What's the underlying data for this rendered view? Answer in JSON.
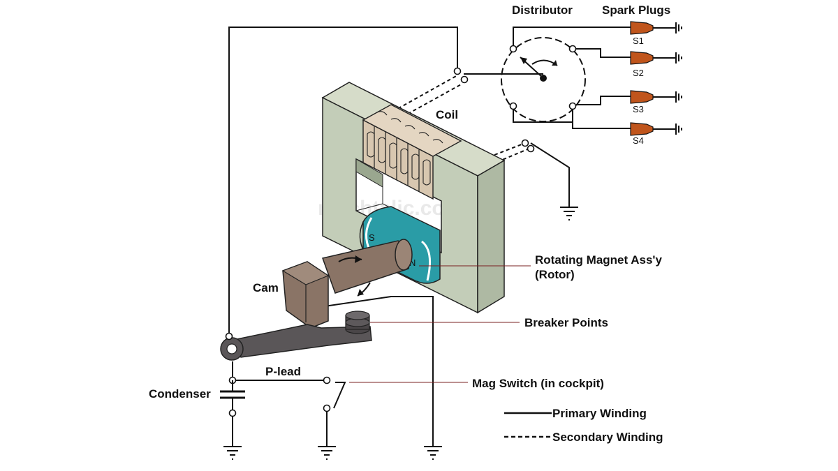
{
  "labels": {
    "distributor": "Distributor",
    "spark_plugs": "Spark Plugs",
    "coil": "Coil",
    "rotor_line1": "Rotating Magnet Ass'y",
    "rotor_line2": "(Rotor)",
    "cam": "Cam",
    "breaker_points": "Breaker Points",
    "p_lead": "P-lead",
    "condenser": "Condenser",
    "mag_switch": "Mag Switch (in cockpit)",
    "pole_s": "S",
    "pole_n": "N"
  },
  "spark_plugs": [
    "S1",
    "S2",
    "S3",
    "S4"
  ],
  "legend": {
    "primary": "Primary Winding",
    "secondary": "Secondary Winding"
  },
  "watermark": "mechtalic.com",
  "colors": {
    "core": "#c3cdb8",
    "coil": "#d8c7b0",
    "magnet": "#2a9ca6",
    "cam": "#8a7466",
    "plug": "#c0551c",
    "breaker_arm": "#5a5658",
    "leader": "#7a2020"
  }
}
